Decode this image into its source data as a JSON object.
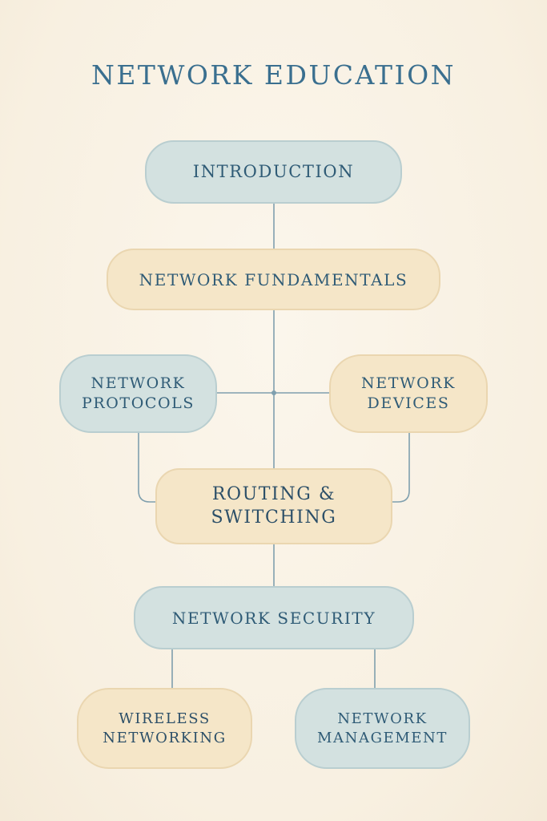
{
  "title": "NETWORK EDUCATION",
  "colors": {
    "background": "#faf3e6",
    "title_text": "#3a6f8f",
    "node_text": "#2f5b76",
    "blue_node_fill": "#d3e1e0",
    "tan_node_fill": "#f5e6c8",
    "connector": "#7f9fae"
  },
  "nodes": {
    "introduction": {
      "lines": [
        "INTRODUCTION"
      ]
    },
    "network_fundamentals": {
      "lines": [
        "NETWORK FUNDAMENTALS"
      ]
    },
    "network_protocols": {
      "lines": [
        "NETWORK",
        "PROTOCOLS"
      ]
    },
    "network_devices": {
      "lines": [
        "NETWORK",
        "DEVICES"
      ]
    },
    "routing_switching": {
      "lines": [
        "ROUTING &",
        "SWITCHING"
      ]
    },
    "network_security": {
      "lines": [
        "NETWORK SECURITY"
      ]
    },
    "wireless_networking": {
      "lines": [
        "WIRELESS",
        "NETWORKING"
      ]
    },
    "network_management": {
      "lines": [
        "NETWORK",
        "MANAGEMENT"
      ]
    }
  }
}
